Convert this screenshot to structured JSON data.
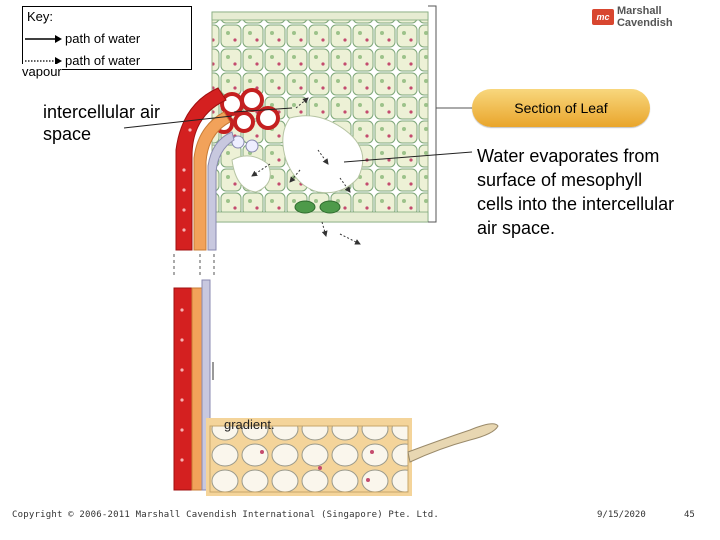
{
  "key": {
    "title": "Key:",
    "water_label": "path of water",
    "vapour_label": "path of water",
    "vapour_label_2": "vapour"
  },
  "logo": {
    "mark": "mc",
    "text": "Marshall Cavendish"
  },
  "labels": {
    "section": "Section of Leaf",
    "intercellular": "intercellular air space",
    "evaporates": "Water evaporates from surface of mesophyll cells into the intercellular air space.",
    "gradient": "gradient."
  },
  "footer": {
    "copyright": "Copyright © 2006-2011 Marshall Cavendish International (Singapore) Pte. Ltd.",
    "date": "9/15/2020",
    "page": "45"
  },
  "colors": {
    "xylem_red": "#d42020",
    "xylem_orange": "#f2a25a",
    "cell_fill": "#edf1d6",
    "cell_stroke": "#7ea77a",
    "pill_top": "#f8d77d",
    "pill_bottom": "#e9a52b"
  }
}
